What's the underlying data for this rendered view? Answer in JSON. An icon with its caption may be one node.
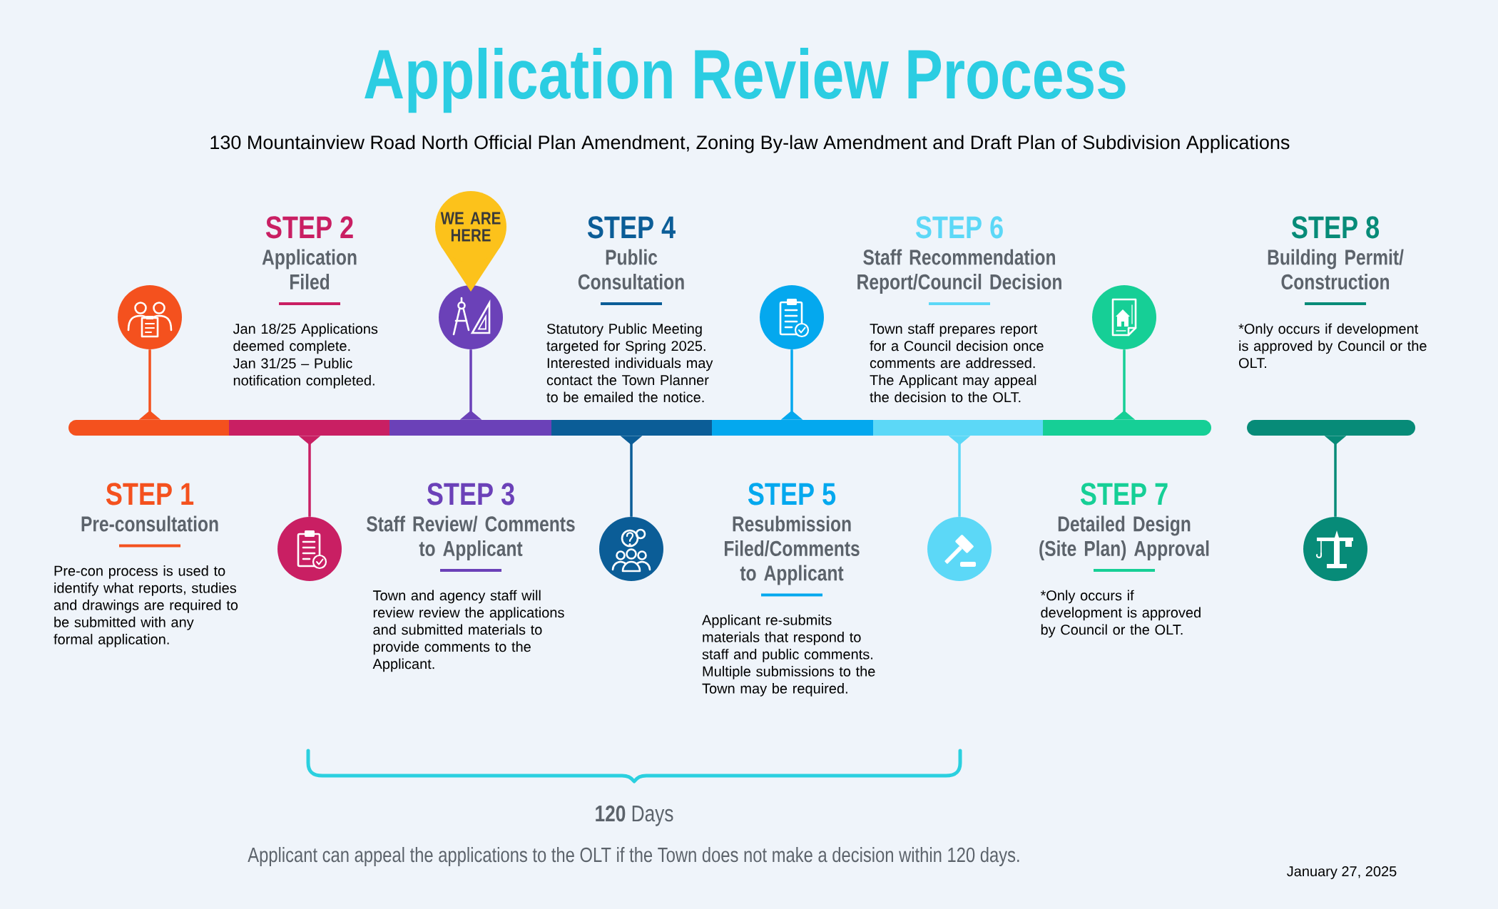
{
  "diagram": {
    "title": "Application Review Process",
    "nodes": [
      {
        "text": [],
        "shape": "bar",
        "beside": [
          "STEP 1",
          "Pre-consultation",
          "Pre-con process is used to identify what reports, studies and drawings are required to be submitted with any formal application."
        ]
      },
      {
        "text": [],
        "shape": "circle"
      },
      {
        "text": [],
        "shape": "bar",
        "beside": [
          "STEP 2",
          "Application Filed",
          "Jan 18/25 Applications deemed complete.",
          "Jan 31/25 – Public notification completed."
        ]
      },
      {
        "text": [],
        "shape": "circle"
      },
      {
        "text": [],
        "shape": "bar",
        "beside": [
          "STEP 3",
          "Staff Review/ Comments to Applicant",
          "Town and agency staff will review review the applications and submitted materials to provide comments to the Applicant."
        ]
      },
      {
        "text": [],
        "shape": "circle"
      },
      {
        "text": [
          "WE ARE HERE"
        ]
      },
      {
        "text": [],
        "shape": "bar",
        "beside": [
          "STEP 4",
          "Public Consultation",
          "Statutory Public Meeting targeted for Spring 2025. Interested individuals may contact the Town Planner to be emailed the notice."
        ]
      },
      {
        "text": [],
        "shape": "circle"
      },
      {
        "text": [],
        "shape": "bar",
        "beside": [
          "STEP 5",
          "Resubmission Filed/Comments to Applicant",
          "Applicant re-submits materials that respond to staff and public comments. Multiple submissions to the Town may be required."
        ]
      },
      {
        "text": [],
        "shape": "circle"
      },
      {
        "text": [],
        "shape": "bar",
        "beside": [
          "STEP 6",
          "Staff Recommendation Report/Council Decision",
          "Town staff prepares report for a Council decision once comments are addressed. The Applicant may appeal the decision to the OLT."
        ]
      },
      {
        "text": [],
        "shape": "circle"
      },
      {
        "text": [],
        "shape": "bar",
        "beside": [
          "STEP 7",
          "Detailed Design (Site Plan) Approval",
          "*Only occurs if development is approved by Council or the OLT."
        ]
      },
      {
        "text": [],
        "shape": "circle"
      },
      {
        "text": [],
        "shape": "bar",
        "beside": [
          "STEP 8",
          "Building Permit/ Construction",
          "*Only occurs if development is approved by Council or the OLT."
        ]
      },
      {
        "text": [],
        "shape": "circle"
      }
    ],
    "edges": [
      {
        "from": 0,
        "to": 1,
        "arrow": "to",
        "color": "#f4511e"
      },
      {
        "from": 2,
        "to": 3,
        "arrow": "to",
        "color": "#c91f63"
      },
      {
        "from": 4,
        "to": 5,
        "arrow": "to",
        "color": "#6b41b8"
      },
      {
        "from": 7,
        "to": 8,
        "arrow": "to",
        "color": "#0b5d97"
      },
      {
        "from": 9,
        "to": 10,
        "arrow": "to",
        "color": "#04a8ee"
      },
      {
        "from": 11,
        "to": 12,
        "arrow": "to",
        "color": "#5cd8f7"
      },
      {
        "from": 13,
        "to": 14,
        "arrow": "to",
        "color": "#16cf96"
      },
      {
        "from": 15,
        "to": 16,
        "arrow": "to",
        "color": "#078b78"
      }
    ],
    "labels": [
      "130 Mountainview Road North Official Plan Amendment, Zoning By-law Amendment and Draft Plan of Subdivision Applications",
      "**120** Days",
      "Applicant can appeal the applications to the OLT if the Town does not make a decision within 120 days.",
      "January 27, 2025"
    ]
  }
}
